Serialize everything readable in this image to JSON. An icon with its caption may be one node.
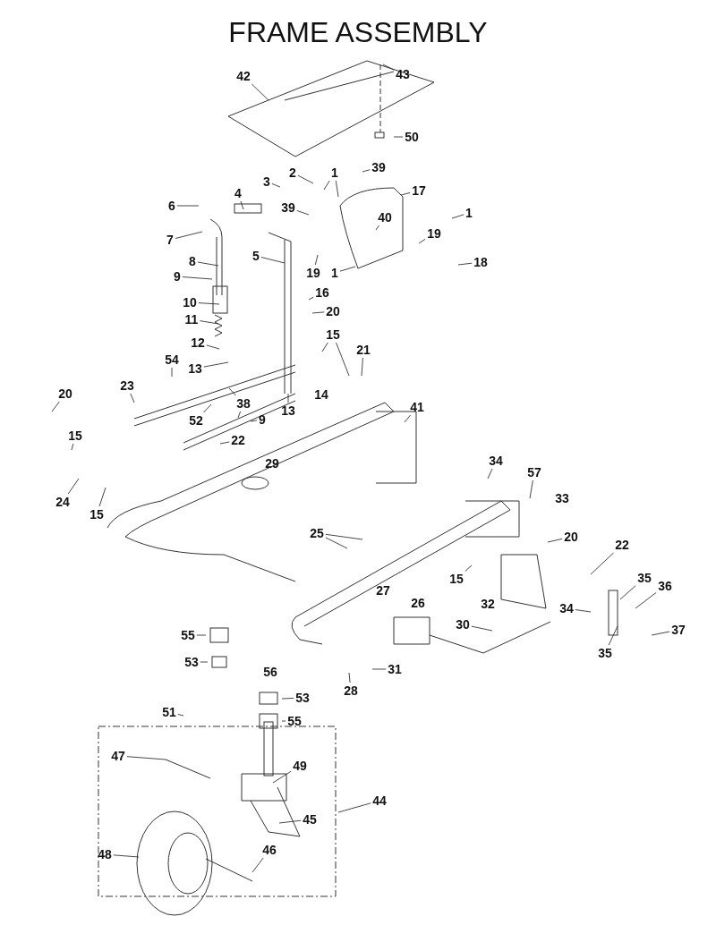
{
  "diagram": {
    "title": "FRAME ASSEMBLY",
    "nodes": [
      {
        "text": [
          "42"
        ]
      },
      {
        "text": [
          "43"
        ]
      },
      {
        "text": [
          "50"
        ]
      },
      {
        "text": [
          "2"
        ]
      },
      {
        "text": [
          "1"
        ]
      },
      {
        "text": [
          "39"
        ]
      },
      {
        "text": [
          "3"
        ]
      },
      {
        "text": [
          "17"
        ]
      },
      {
        "text": [
          "4"
        ]
      },
      {
        "text": [
          "6"
        ]
      },
      {
        "text": [
          "39"
        ]
      },
      {
        "text": [
          "40"
        ]
      },
      {
        "text": [
          "1"
        ]
      },
      {
        "text": [
          "7"
        ]
      },
      {
        "text": [
          "19"
        ]
      },
      {
        "text": [
          "8"
        ]
      },
      {
        "text": [
          "5"
        ]
      },
      {
        "text": [
          "19"
        ]
      },
      {
        "text": [
          "18"
        ]
      },
      {
        "text": [
          "1"
        ]
      },
      {
        "text": [
          "9"
        ]
      },
      {
        "text": [
          "16"
        ]
      },
      {
        "text": [
          "10"
        ]
      },
      {
        "text": [
          "20"
        ]
      },
      {
        "text": [
          "11"
        ]
      },
      {
        "text": [
          "15"
        ]
      },
      {
        "text": [
          "21"
        ]
      },
      {
        "text": [
          "12"
        ]
      },
      {
        "text": [
          "54"
        ]
      },
      {
        "text": [
          "13"
        ]
      },
      {
        "text": [
          "38"
        ]
      },
      {
        "text": [
          "23"
        ]
      },
      {
        "text": [
          "20"
        ]
      },
      {
        "text": [
          "13"
        ]
      },
      {
        "text": [
          "9"
        ]
      },
      {
        "text": [
          "52"
        ]
      },
      {
        "text": [
          "41"
        ]
      },
      {
        "text": [
          "15"
        ]
      },
      {
        "text": [
          "22"
        ]
      },
      {
        "text": [
          "24"
        ]
      },
      {
        "text": [
          "15"
        ]
      },
      {
        "text": [
          "34"
        ]
      },
      {
        "text": [
          "57"
        ]
      },
      {
        "text": [
          "25"
        ]
      },
      {
        "text": [
          "20"
        ]
      },
      {
        "text": [
          "22"
        ]
      },
      {
        "text": [
          "15"
        ]
      },
      {
        "text": [
          "35"
        ]
      },
      {
        "text": [
          "36"
        ]
      },
      {
        "text": [
          "34"
        ]
      },
      {
        "text": [
          "37"
        ]
      },
      {
        "text": [
          "35"
        ]
      },
      {
        "text": [
          "30"
        ]
      },
      {
        "text": [
          "55"
        ]
      },
      {
        "text": [
          "53"
        ]
      },
      {
        "text": [
          "31"
        ]
      },
      {
        "text": [
          "28"
        ]
      },
      {
        "text": [
          "53"
        ]
      },
      {
        "text": [
          "51"
        ]
      },
      {
        "text": [
          "55"
        ]
      },
      {
        "text": [
          "47"
        ]
      },
      {
        "text": [
          "49"
        ]
      },
      {
        "text": [
          "44"
        ]
      },
      {
        "text": [
          "45"
        ]
      },
      {
        "text": [
          "48"
        ]
      },
      {
        "text": [
          "46"
        ]
      }
    ],
    "edges": [
      {
        "from": 0,
        "to": null,
        "arrow": "none"
      },
      {
        "from": 1,
        "to": null,
        "arrow": "none"
      },
      {
        "from": 2,
        "to": null,
        "arrow": "none"
      },
      {
        "from": 3,
        "to": null,
        "arrow": "none"
      },
      {
        "from": 4,
        "to": null,
        "arrow": "none"
      },
      {
        "from": 4,
        "to": null,
        "arrow": "none"
      },
      {
        "from": 5,
        "to": null,
        "arrow": "none"
      },
      {
        "from": 6,
        "to": null,
        "arrow": "none"
      },
      {
        "from": 7,
        "to": null,
        "arrow": "none"
      },
      {
        "from": 8,
        "to": null,
        "arrow": "none"
      },
      {
        "from": 9,
        "to": null,
        "arrow": "none"
      },
      {
        "from": 10,
        "to": null,
        "arrow": "none"
      },
      {
        "from": 11,
        "to": null,
        "arrow": "none"
      },
      {
        "from": 12,
        "to": null,
        "arrow": "none"
      },
      {
        "from": 13,
        "to": null,
        "arrow": "none"
      },
      {
        "from": 14,
        "to": null,
        "arrow": "none"
      },
      {
        "from": 15,
        "to": null,
        "arrow": "none"
      },
      {
        "from": 16,
        "to": null,
        "arrow": "none"
      },
      {
        "from": 17,
        "to": null,
        "arrow": "none"
      },
      {
        "from": 18,
        "to": null,
        "arrow": "none"
      },
      {
        "from": 19,
        "to": null,
        "arrow": "none"
      },
      {
        "from": 20,
        "to": null,
        "arrow": "none"
      },
      {
        "from": 21,
        "to": null,
        "arrow": "none"
      },
      {
        "from": 22,
        "to": null,
        "arrow": "none"
      },
      {
        "from": 23,
        "to": null,
        "arrow": "none"
      },
      {
        "from": 24,
        "to": null,
        "arrow": "none"
      },
      {
        "from": 25,
        "to": null,
        "arrow": "none"
      },
      {
        "from": 25,
        "to": null,
        "arrow": "none"
      },
      {
        "from": 26,
        "to": null,
        "arrow": "none"
      },
      {
        "from": 27,
        "to": null,
        "arrow": "none"
      },
      {
        "from": 28,
        "to": null,
        "arrow": "none"
      },
      {
        "from": 29,
        "to": null,
        "arrow": "none"
      },
      {
        "from": 30,
        "to": null,
        "arrow": "none"
      },
      {
        "from": 30,
        "to": null,
        "arrow": "none"
      },
      {
        "from": 31,
        "to": null,
        "arrow": "none"
      },
      {
        "from": 32,
        "to": null,
        "arrow": "none"
      },
      {
        "from": 33,
        "to": null,
        "arrow": "none"
      },
      {
        "from": 34,
        "to": null,
        "arrow": "none"
      },
      {
        "from": 35,
        "to": null,
        "arrow": "none"
      },
      {
        "from": 36,
        "to": null,
        "arrow": "none"
      },
      {
        "from": 37,
        "to": null,
        "arrow": "none"
      },
      {
        "from": 38,
        "to": null,
        "arrow": "none"
      },
      {
        "from": 39,
        "to": null,
        "arrow": "none"
      },
      {
        "from": 40,
        "to": null,
        "arrow": "none"
      },
      {
        "from": 41,
        "to": null,
        "arrow": "none"
      },
      {
        "from": 42,
        "to": null,
        "arrow": "none"
      },
      {
        "from": 43,
        "to": null,
        "arrow": "none"
      },
      {
        "from": 43,
        "to": null,
        "arrow": "none"
      },
      {
        "from": 44,
        "to": null,
        "arrow": "none"
      },
      {
        "from": 45,
        "to": null,
        "arrow": "none"
      },
      {
        "from": 46,
        "to": null,
        "arrow": "none"
      },
      {
        "from": 47,
        "to": null,
        "arrow": "none"
      },
      {
        "from": 48,
        "to": null,
        "arrow": "none"
      },
      {
        "from": 49,
        "to": null,
        "arrow": "none"
      },
      {
        "from": 50,
        "to": null,
        "arrow": "none"
      },
      {
        "from": 51,
        "to": null,
        "arrow": "none"
      },
      {
        "from": 52,
        "to": null,
        "arrow": "none"
      },
      {
        "from": 53,
        "to": null,
        "arrow": "none"
      },
      {
        "from": 54,
        "to": null,
        "arrow": "none"
      },
      {
        "from": 55,
        "to": null,
        "arrow": "none"
      },
      {
        "from": 56,
        "to": null,
        "arrow": "none"
      },
      {
        "from": 57,
        "to": null,
        "arrow": "none"
      },
      {
        "from": 58,
        "to": null,
        "arrow": "none"
      },
      {
        "from": 59,
        "to": null,
        "arrow": "none"
      },
      {
        "from": 60,
        "to": null,
        "arrow": "none"
      },
      {
        "from": 61,
        "to": null,
        "arrow": "none"
      },
      {
        "from": 62,
        "to": null,
        "arrow": "none"
      },
      {
        "from": 63,
        "to": null,
        "arrow": "none"
      },
      {
        "from": 64,
        "to": null,
        "arrow": "none"
      },
      {
        "from": 65,
        "to": null,
        "arrow": "none"
      }
    ],
    "labels": [
      "14",
      "29",
      "33",
      "27",
      "26",
      "32",
      "56"
    ]
  }
}
